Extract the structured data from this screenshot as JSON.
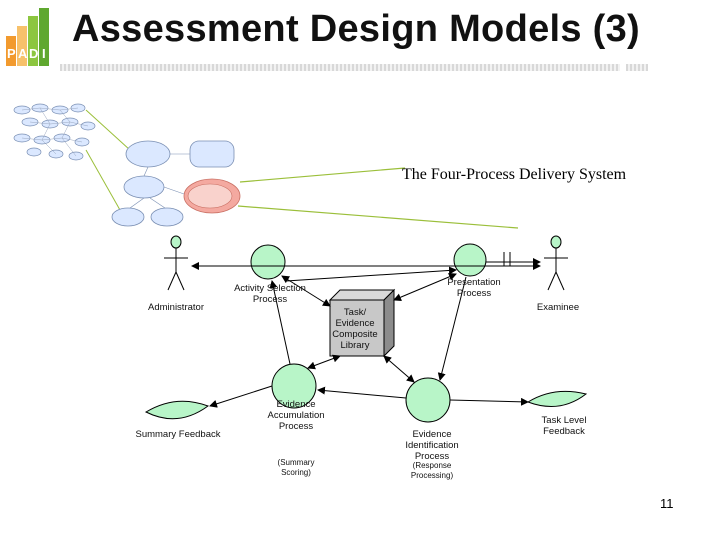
{
  "title": "Assessment Design Models (3)",
  "logo_text": "PADI",
  "system_title": "The Four-Process Delivery System",
  "actors": {
    "administrator": "Administrator",
    "examinee": "Examinee"
  },
  "processes": {
    "activity_selection": "Activity Selection\nProcess",
    "presentation": "Presentation\nProcess",
    "task_library": "Task/\nEvidence\nComposite\nLibrary",
    "evidence_accumulation": "Evidence\nAccumulation\nProcess",
    "evidence_accumulation_note": "(Summary\nScoring)",
    "evidence_identification": "Evidence\nIdentification\nProcess",
    "evidence_identification_note": "(Response\nProcessing)"
  },
  "outputs": {
    "summary_feedback": "Summary Feedback",
    "task_level_feedback": "Task Level\nFeedback"
  },
  "page_number": "11",
  "colors": {
    "node_fill": "#b8f5c8",
    "inset_fill": "#dbe8ff",
    "inset_highlight": "#f4a9a0",
    "callout_line": "#9bbf3a",
    "logo_orange": "#f29a2e",
    "logo_green": "#8cc63f"
  }
}
